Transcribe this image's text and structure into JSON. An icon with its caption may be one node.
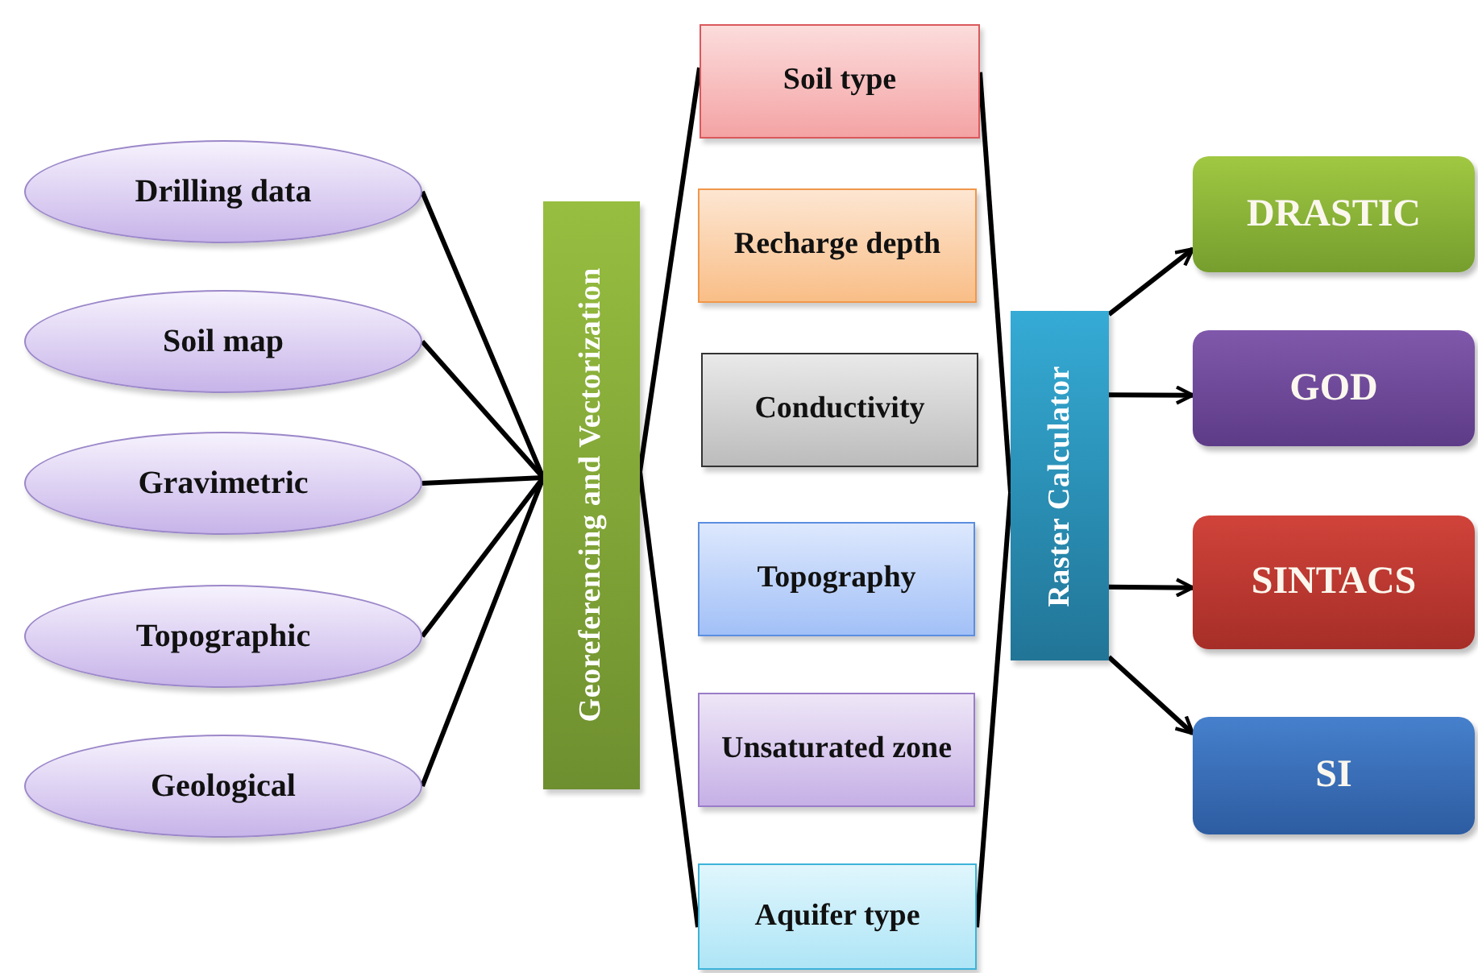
{
  "diagram": {
    "nodes": [
      {
        "text": [
          "Drilling data"
        ]
      },
      {
        "text": [
          "Soil map"
        ]
      },
      {
        "text": [
          "Gravimetric"
        ]
      },
      {
        "text": [
          "Topographic"
        ]
      },
      {
        "text": [
          "Geological"
        ]
      },
      {
        "text": [
          "Georeferencing and Vectorization"
        ]
      },
      {
        "text": [
          "Soil type"
        ]
      },
      {
        "text": [
          "Recharge depth"
        ]
      },
      {
        "text": [
          "Conductivity"
        ]
      },
      {
        "text": [
          "Topography"
        ]
      },
      {
        "text": [
          "Unsaturated zone"
        ]
      },
      {
        "text": [
          "Aquifer type"
        ]
      },
      {
        "text": [
          "Raster Calculator"
        ]
      },
      {
        "text": [
          "DRASTIC"
        ]
      },
      {
        "text": [
          "GOD"
        ]
      },
      {
        "text": [
          "SINTACS"
        ]
      },
      {
        "text": [
          "SI"
        ]
      }
    ],
    "edges": [
      {
        "from": 0,
        "to": 5,
        "arrow": "none"
      },
      {
        "from": 1,
        "to": 5,
        "arrow": "none"
      },
      {
        "from": 2,
        "to": 5,
        "arrow": "none"
      },
      {
        "from": 3,
        "to": 5,
        "arrow": "none"
      },
      {
        "from": 4,
        "to": 5,
        "arrow": "none"
      },
      {
        "from": 5,
        "to": 6,
        "arrow": "none"
      },
      {
        "from": 5,
        "to": 11,
        "arrow": "none"
      },
      {
        "from": 6,
        "to": 12,
        "arrow": "none"
      },
      {
        "from": 11,
        "to": 12,
        "arrow": "none"
      },
      {
        "from": 12,
        "to": 13,
        "arrow": "to"
      },
      {
        "from": 12,
        "to": 14,
        "arrow": "to"
      },
      {
        "from": 12,
        "to": 15,
        "arrow": "to"
      },
      {
        "from": 12,
        "to": 16,
        "arrow": "to"
      }
    ]
  }
}
